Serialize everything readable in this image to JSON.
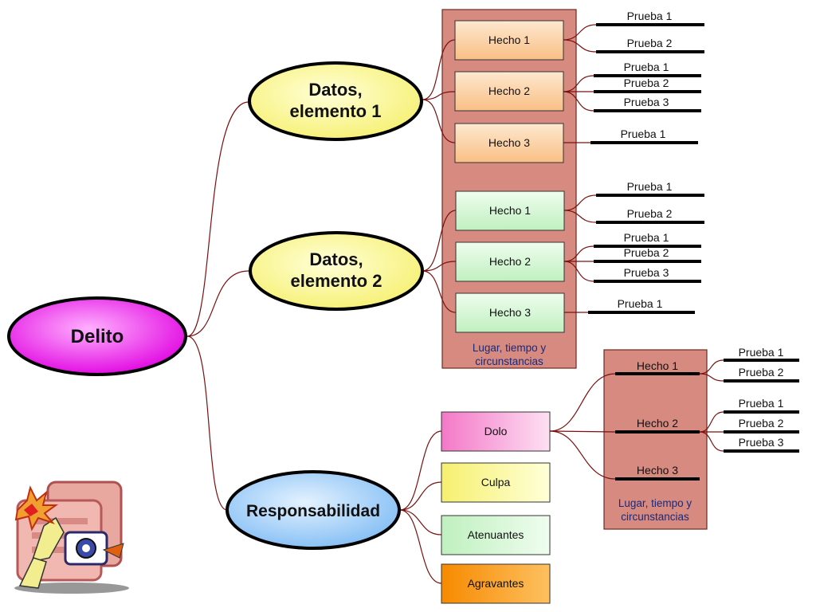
{
  "colors": {
    "delito": "#f020f0",
    "datos": "#fdfd88",
    "responsabilidad": "#90c8f8",
    "panel": "#d68a80",
    "hecho_orange": "#fbcd9c",
    "hecho_green": "#d2f8d2",
    "dolo": "#f7a0d6",
    "culpa": "#fafa9c",
    "atenuantes": "#d2f8d2",
    "agravantes": "#fb9e20",
    "connector": "#7a1010"
  },
  "root": {
    "label": "Delito"
  },
  "branch1": {
    "label_line1": "Datos,",
    "label_line2": "elemento 1",
    "hechos": [
      {
        "label": "Hecho 1",
        "pruebas": [
          "Prueba 1",
          "Prueba 2"
        ]
      },
      {
        "label": "Hecho 2",
        "pruebas": [
          "Prueba 1",
          "Prueba 2",
          "Prueba 3"
        ]
      },
      {
        "label": "Hecho 3",
        "pruebas": [
          "Prueba 1"
        ]
      }
    ]
  },
  "branch2": {
    "label_line1": "Datos,",
    "label_line2": "elemento 2",
    "hechos": [
      {
        "label": "Hecho 1",
        "pruebas": [
          "Prueba 1",
          "Prueba 2"
        ]
      },
      {
        "label": "Hecho 2",
        "pruebas": [
          "Prueba 1",
          "Prueba 2",
          "Prueba 3"
        ]
      },
      {
        "label": "Hecho 3",
        "pruebas": [
          "Prueba 1"
        ]
      }
    ]
  },
  "panel1": {
    "caption_line1": "Lugar, tiempo y",
    "caption_line2": "circunstancias"
  },
  "branch3": {
    "label": "Responsabilidad",
    "items": [
      "Dolo",
      "Culpa",
      "Atenuantes",
      "Agravantes"
    ]
  },
  "dolo_detail": {
    "hechos": [
      {
        "label": "Hecho 1",
        "pruebas": [
          "Prueba 1",
          "Prueba 2"
        ]
      },
      {
        "label": "Hecho 2",
        "pruebas": [
          "Prueba 1",
          "Prueba 2",
          "Prueba 3"
        ]
      },
      {
        "label": "Hecho 3",
        "pruebas": []
      }
    ],
    "caption_line1": "Lugar, tiempo y",
    "caption_line2": "circunstancias"
  },
  "clipart": {
    "icon": "legal-clipart-icon"
  }
}
